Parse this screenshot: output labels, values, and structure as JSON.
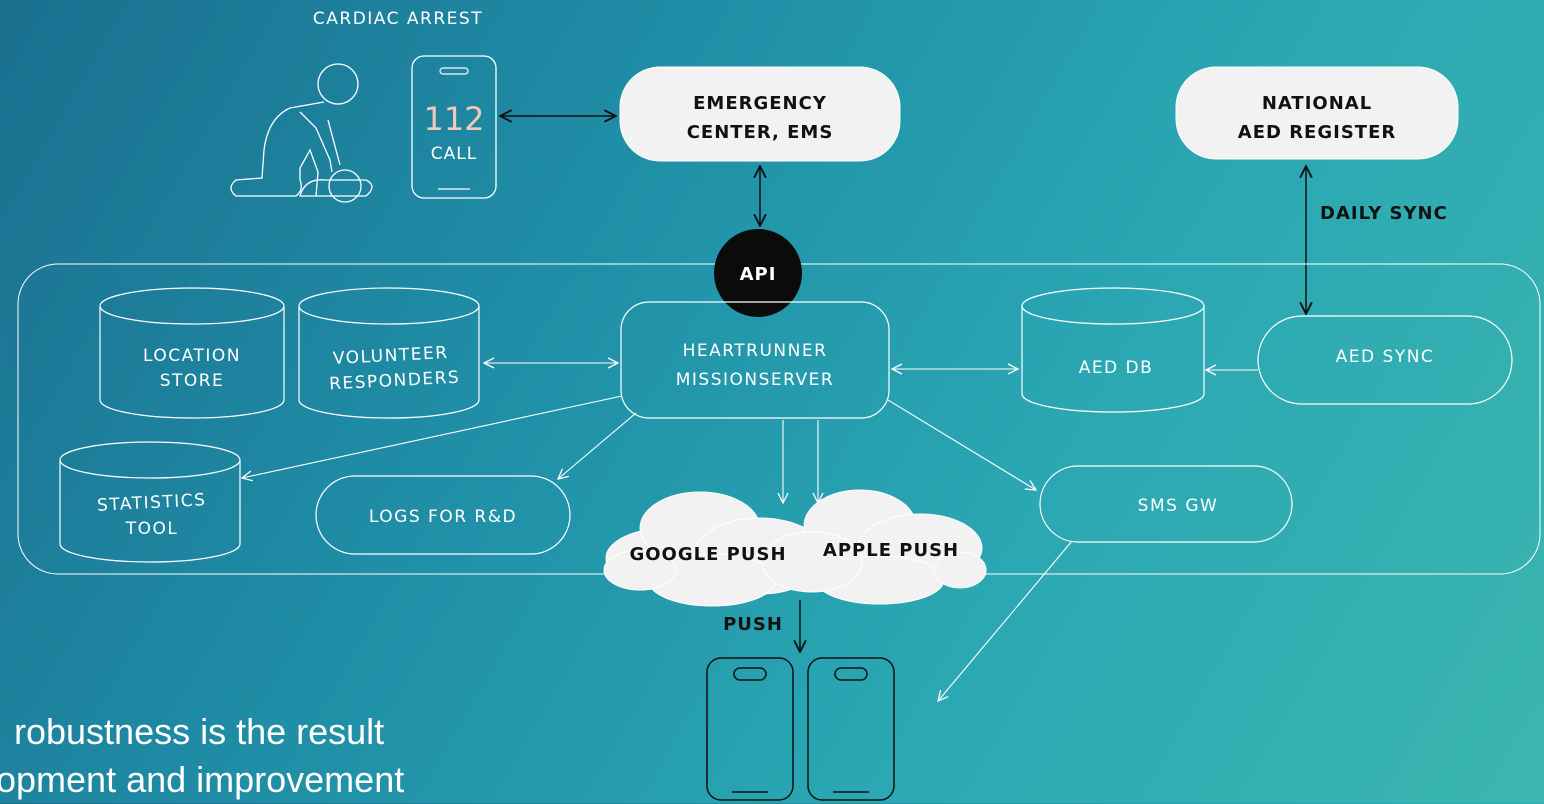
{
  "nodes": {
    "cardiac_arrest": "CARDIAC ARREST",
    "call_number": "112",
    "call_label": "CALL",
    "emergency_line1": "EMERGENCY",
    "emergency_line2": "CENTER, EMS",
    "national_line1": "NATIONAL",
    "national_line2": "AED REGISTER",
    "daily_sync": "DAILY SYNC",
    "api": "API",
    "location_line1": "LOCATION",
    "location_line2": "STORE",
    "volunteer_line1": "VOLUNTEER",
    "volunteer_line2": "RESPONDERS",
    "mission_line1": "HEARTRUNNER",
    "mission_line2": "MISSIONSERVER",
    "aed_db": "AED DB",
    "aed_sync": "AED SYNC",
    "statistics_line1": "STATISTICS",
    "statistics_line2": "TOOL",
    "logs": "LOGS FOR R&D",
    "google_push": "GOOGLE PUSH",
    "apple_push": "APPLE PUSH",
    "sms_gw": "SMS GW",
    "push": "PUSH"
  },
  "caption": {
    "line1": "robustness is the result",
    "line2": "opment and improvement"
  },
  "colors": {
    "background_start": "#1b6f8f",
    "background_end": "#3bb6b0",
    "line": "#ffffff",
    "dark": "#111111",
    "pill_fill": "#f2f2f2"
  }
}
